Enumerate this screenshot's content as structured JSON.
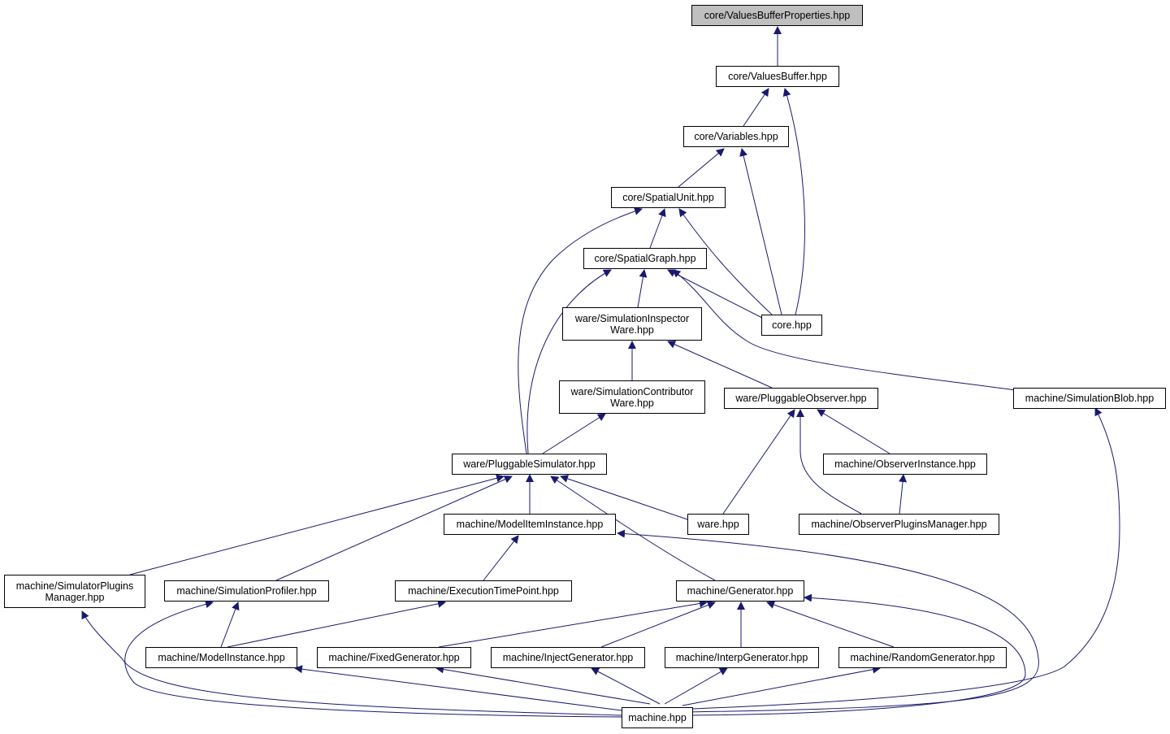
{
  "colors": {
    "edge": "#191970",
    "node_border": "#000000",
    "root_fill": "#bfbfbf",
    "node_fill": "#ffffff"
  },
  "nodes": {
    "vbp": {
      "lines": [
        "core/ValuesBufferProperties.hpp"
      ]
    },
    "vb": {
      "lines": [
        "core/ValuesBuffer.hpp"
      ]
    },
    "var": {
      "lines": [
        "core/Variables.hpp"
      ]
    },
    "su": {
      "lines": [
        "core/SpatialUnit.hpp"
      ]
    },
    "sg": {
      "lines": [
        "core/SpatialGraph.hpp"
      ]
    },
    "core": {
      "lines": [
        "core.hpp"
      ]
    },
    "siw": {
      "lines": [
        "ware/SimulationInspector",
        "Ware.hpp"
      ]
    },
    "scw": {
      "lines": [
        "ware/SimulationContributor",
        "Ware.hpp"
      ]
    },
    "po": {
      "lines": [
        "ware/PluggableObserver.hpp"
      ]
    },
    "sb": {
      "lines": [
        "machine/SimulationBlob.hpp"
      ]
    },
    "ps": {
      "lines": [
        "ware/PluggableSimulator.hpp"
      ]
    },
    "oi": {
      "lines": [
        "machine/ObserverInstance.hpp"
      ]
    },
    "mii": {
      "lines": [
        "machine/ModelItemInstance.hpp"
      ]
    },
    "ware": {
      "lines": [
        "ware.hpp"
      ]
    },
    "opm": {
      "lines": [
        "machine/ObserverPluginsManager.hpp"
      ]
    },
    "spm": {
      "lines": [
        "machine/SimulatorPlugins",
        "Manager.hpp"
      ]
    },
    "sp": {
      "lines": [
        "machine/SimulationProfiler.hpp"
      ]
    },
    "etp": {
      "lines": [
        "machine/ExecutionTimePoint.hpp"
      ]
    },
    "gen": {
      "lines": [
        "machine/Generator.hpp"
      ]
    },
    "mi": {
      "lines": [
        "machine/ModelInstance.hpp"
      ]
    },
    "fg": {
      "lines": [
        "machine/FixedGenerator.hpp"
      ]
    },
    "ig": {
      "lines": [
        "machine/InjectGenerator.hpp"
      ]
    },
    "ipg": {
      "lines": [
        "machine/InterpGenerator.hpp"
      ]
    },
    "rg": {
      "lines": [
        "machine/RandomGenerator.hpp"
      ]
    },
    "mach": {
      "lines": [
        "machine.hpp"
      ]
    }
  }
}
